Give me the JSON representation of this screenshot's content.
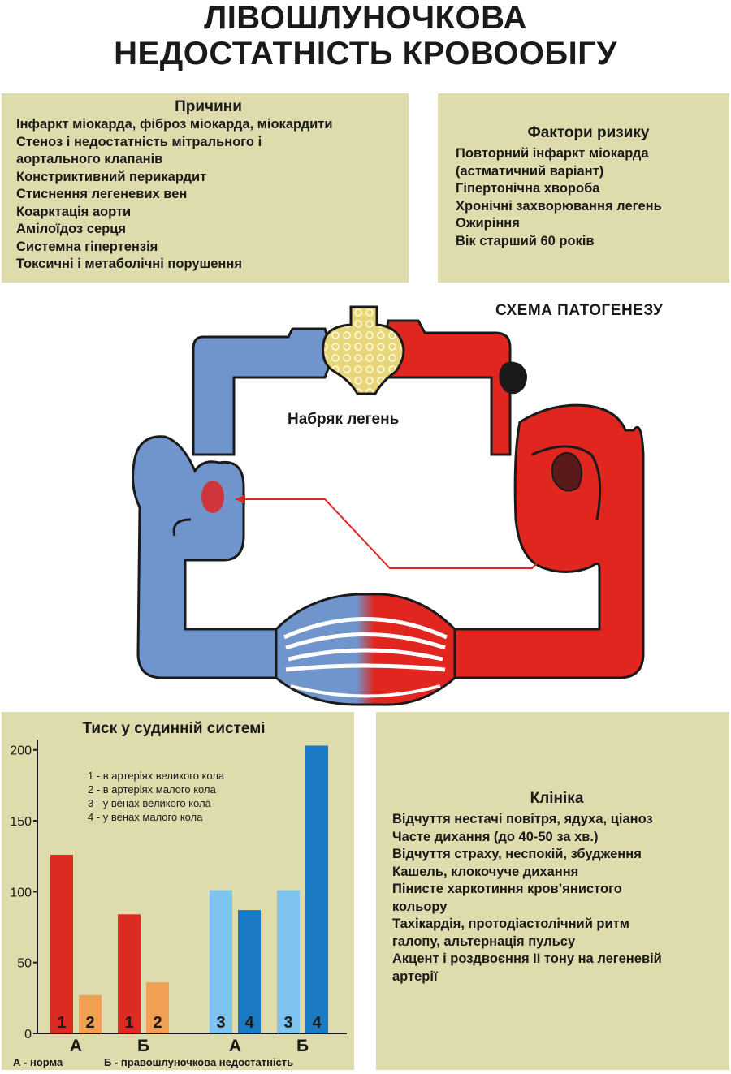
{
  "title": {
    "line1": "ЛІВОШЛУНОЧКОВА",
    "line2": "НЕДОСТАТНІСТЬ КРОВООБІГУ"
  },
  "causes": {
    "heading": "Причини",
    "items": [
      "Інфаркт міокарда, фіброз міокарда, міокардити",
      "Стеноз і недостатність мітрального і",
      "аортального клапанів",
      "Констриктивний перикардит",
      "Стиснення легеневих вен",
      "Коарктація аорти",
      "Амілоїдоз серця",
      "Системна гіпертензія",
      "Токсичні і метаболічні порушення"
    ]
  },
  "risk_factors": {
    "heading": "Фактори ризику",
    "items": [
      "Повторний інфаркт міокарда",
      "(астматичний варіант)",
      "Гіпертонічна хвороба",
      "Хронічні захворювання легень",
      "Ожиріння",
      "Вік старший 60 років"
    ]
  },
  "schema": {
    "title": "СХЕМА  ПАТОГЕНЕЗУ",
    "edema_label": "Набряк легень",
    "colors": {
      "venous": "#6f95cc",
      "arterial": "#e0261f",
      "lung": "#e8d77a"
    }
  },
  "clinic": {
    "heading": "Клініка",
    "items": [
      "Відчуття нестачі повітря, ядуха, ціаноз",
      "Часте дихання (до 40-50 за хв.)",
      "Відчуття страху, неспокій, збудження",
      "Кашель, клокочуче дихання",
      "Пінисте харкотиння кров’янистого",
      "кольору",
      "Тахікардія, протодіастолічний ритм",
      "галопу, альтернація пульсу",
      "Акцент і роздвоєння ІІ тону на легеневій",
      "артерії"
    ]
  },
  "chart_data": {
    "type": "bar",
    "title": "Тиск у судинній системі",
    "yticks": [
      0,
      50,
      100,
      150,
      200
    ],
    "ylim": [
      0,
      205
    ],
    "legend": [
      "1 - в артеріях великого кола",
      "2 - в артеріях малого кола",
      "3 - у венах великого кола",
      "4 - у венах малого кола"
    ],
    "groups": [
      {
        "label": "А",
        "bars": [
          {
            "num": "1",
            "value": 126,
            "color": "#dd2a22"
          },
          {
            "num": "2",
            "value": 27,
            "color": "#f0a052"
          }
        ]
      },
      {
        "label": "Б",
        "bars": [
          {
            "num": "1",
            "value": 84,
            "color": "#dd2a22"
          },
          {
            "num": "2",
            "value": 36,
            "color": "#f0a052"
          }
        ]
      },
      {
        "label": "А",
        "bars": [
          {
            "num": "3",
            "value": 101,
            "color": "#7ec4ee"
          },
          {
            "num": "4",
            "value": 87,
            "color": "#1a7bc4"
          }
        ]
      },
      {
        "label": "Б",
        "bars": [
          {
            "num": "3",
            "value": 101,
            "color": "#7ec4ee"
          },
          {
            "num": "4",
            "value": 203,
            "color": "#1a7bc4"
          }
        ]
      }
    ],
    "footnote_a": "А - норма",
    "footnote_b": "Б - правошлуночкова недостатність"
  }
}
